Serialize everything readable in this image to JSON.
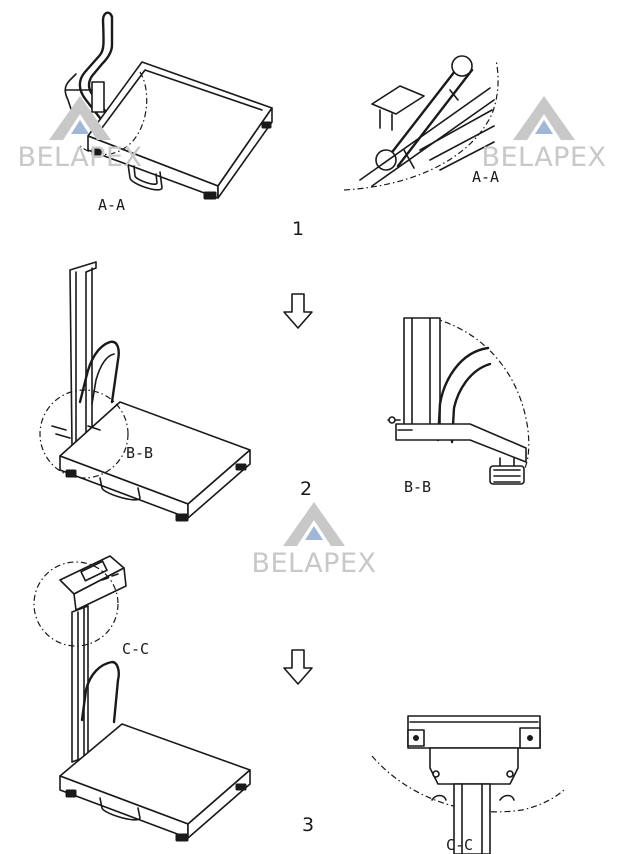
{
  "labels": {
    "section_a": "A-A",
    "section_a_detail": "A-A",
    "section_b": "B-B",
    "section_b_detail": "B-B",
    "section_c": "C-C",
    "section_c_detail": "C-C"
  },
  "steps": [
    "1",
    "2",
    "3"
  ],
  "watermark": {
    "brand": "BELAPEX",
    "color": "#c8c8c8",
    "accent": "#9fb8d8",
    "icon": "belapex-triangle-logo"
  },
  "arrows": {
    "icon": "down-arrow-icon"
  }
}
